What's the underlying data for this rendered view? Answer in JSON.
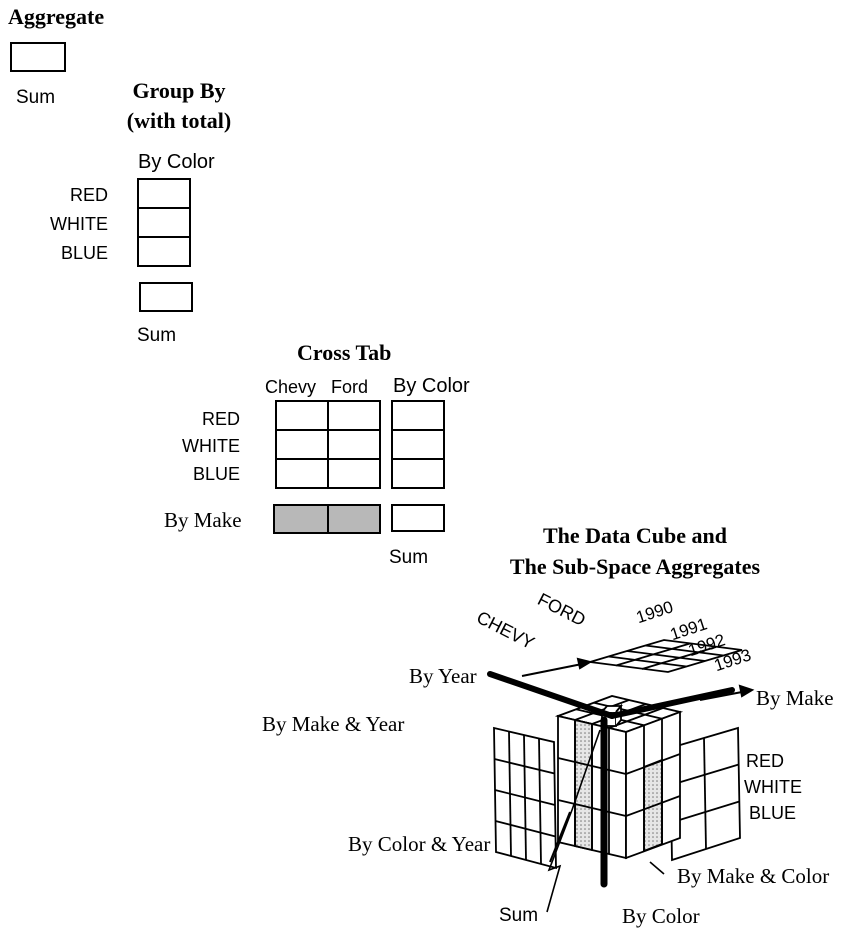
{
  "aggregate": {
    "title": "Aggregate",
    "sum_label": "Sum"
  },
  "group_by": {
    "title_line1": "Group By",
    "title_line2": "(with total)",
    "column_label": "By Color",
    "rows": [
      "RED",
      "WHITE",
      "BLUE"
    ],
    "sum_label": "Sum"
  },
  "cross_tab": {
    "title": "Cross Tab",
    "columns": [
      "Chevy",
      "Ford"
    ],
    "total_column_label": "By Color",
    "rows": [
      "RED",
      "WHITE",
      "BLUE"
    ],
    "total_row_label": "By Make",
    "sum_label": "Sum"
  },
  "data_cube": {
    "title_line1": "The Data Cube and",
    "title_line2": "The Sub-Space Aggregates",
    "makes": [
      "CHEVY",
      "FORD"
    ],
    "years": [
      "1990",
      "1991",
      "1992",
      "1993"
    ],
    "colors": [
      "RED",
      "WHITE",
      "BLUE"
    ],
    "labels": {
      "by_year": "By Year",
      "by_make": "By Make",
      "by_make_year": "By Make & Year",
      "by_color_year": "By Color & Year",
      "by_make_color": "By Make & Color",
      "sum": "Sum",
      "by_color": "By Color"
    }
  }
}
